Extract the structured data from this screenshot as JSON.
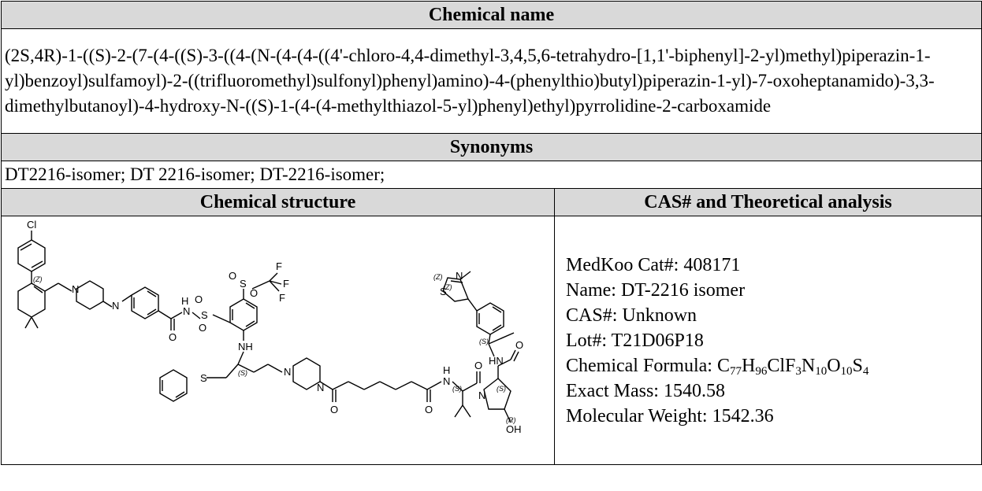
{
  "headers": {
    "chemical_name": "Chemical name",
    "synonyms": "Synonyms",
    "chemical_structure": "Chemical structure",
    "cas_analysis": "CAS# and Theoretical analysis"
  },
  "chemical_name": "(2S,4R)-1-((S)-2-(7-(4-((S)-3-((4-(N-(4-(4-((4'-chloro-4,4-dimethyl-3,4,5,6-tetrahydro-[1,1'-biphenyl]-2-yl)methyl)piperazin-1-yl)benzoyl)sulfamoyl)-2-((trifluoromethyl)sulfonyl)phenyl)amino)-4-(phenylthio)butyl)piperazin-1-yl)-7-oxoheptanamido)-3,3-dimethylbutanoyl)-4-hydroxy-N-((S)-1-(4-(4-methylthiazol-5-yl)phenyl)ethyl)pyrrolidine-2-carboxamide",
  "synonyms": "DT2216-isomer; DT 2216-isomer; DT-2216-isomer;",
  "analysis": {
    "cat": "MedKoo Cat#: 408171",
    "name": "Name: DT-2216 isomer",
    "cas": "CAS#: Unknown",
    "lot": "Lot#: T21D06P18",
    "formula_label": "Chemical Formula: ",
    "formula": [
      {
        "t": "C",
        "s": "77"
      },
      {
        "t": "H",
        "s": "96"
      },
      {
        "t": "ClF",
        "s": "3"
      },
      {
        "t": "N",
        "s": "10"
      },
      {
        "t": "O",
        "s": "10"
      },
      {
        "t": "S",
        "s": "4"
      }
    ],
    "exact_mass": "Exact Mass: 1540.58",
    "mol_weight": "Molecular Weight: 1542.36"
  },
  "structure": {
    "atoms": {
      "cl": "Cl",
      "n": "N",
      "h": "H",
      "s": "S",
      "o": "O",
      "f": "F",
      "nh": "NH",
      "hn": "HN",
      "oh": "OH"
    },
    "stereo": {
      "z": "(Z)",
      "s": "(S)",
      "r": "(R)"
    }
  }
}
